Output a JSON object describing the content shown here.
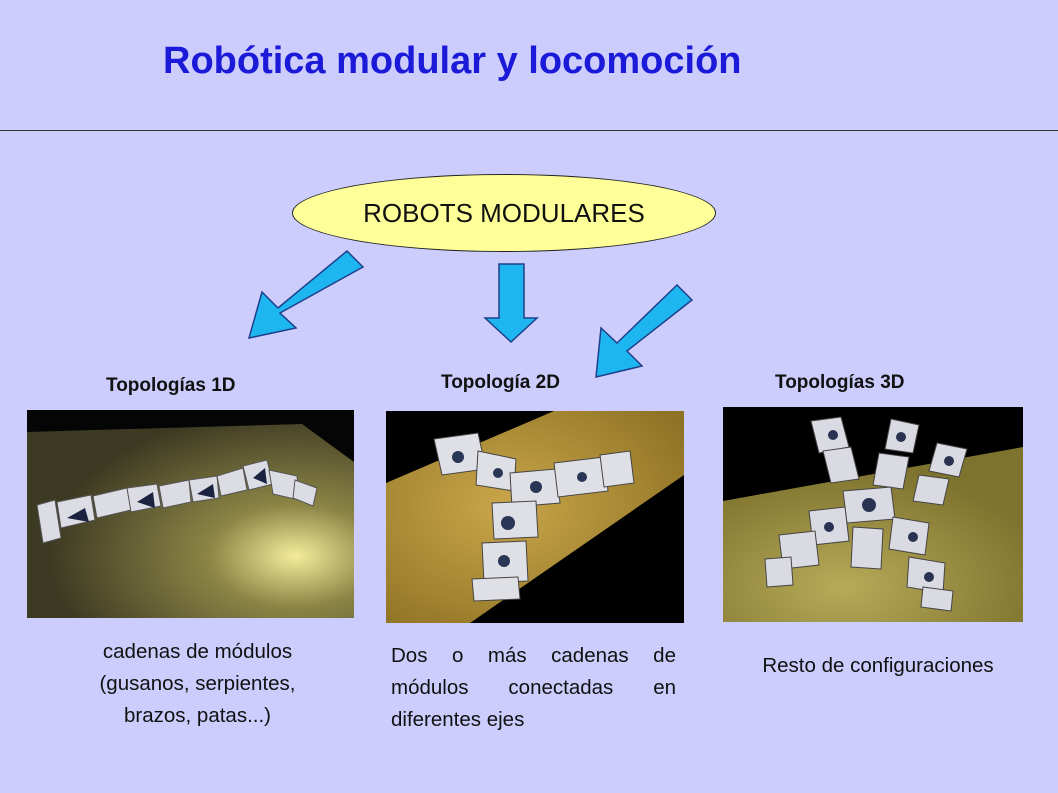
{
  "slide": {
    "title": "Robótica modular y locomoción",
    "root_node": "ROBOTS MODULARES",
    "colors": {
      "background": "#cccdfd",
      "title": "#1a1ad8",
      "ellipse_fill": "#ffff99",
      "arrow_fill": "#1eb6f0"
    }
  },
  "categories": [
    {
      "label": "Topologías 1D",
      "image": "robot-chain-1d-image",
      "description_lines": [
        "cadenas de módulos",
        "(gusanos, serpientes,",
        "brazos, patas...)"
      ]
    },
    {
      "label": "Topología 2D",
      "image": "robot-tripod-2d-image",
      "description_lines": [
        "Dos o más cadenas de",
        "módulos conectadas en",
        "diferentes ejes"
      ]
    },
    {
      "label": "Topologías 3D",
      "image": "robot-spider-3d-image",
      "description_lines": [
        "Resto de configuraciones"
      ]
    }
  ]
}
